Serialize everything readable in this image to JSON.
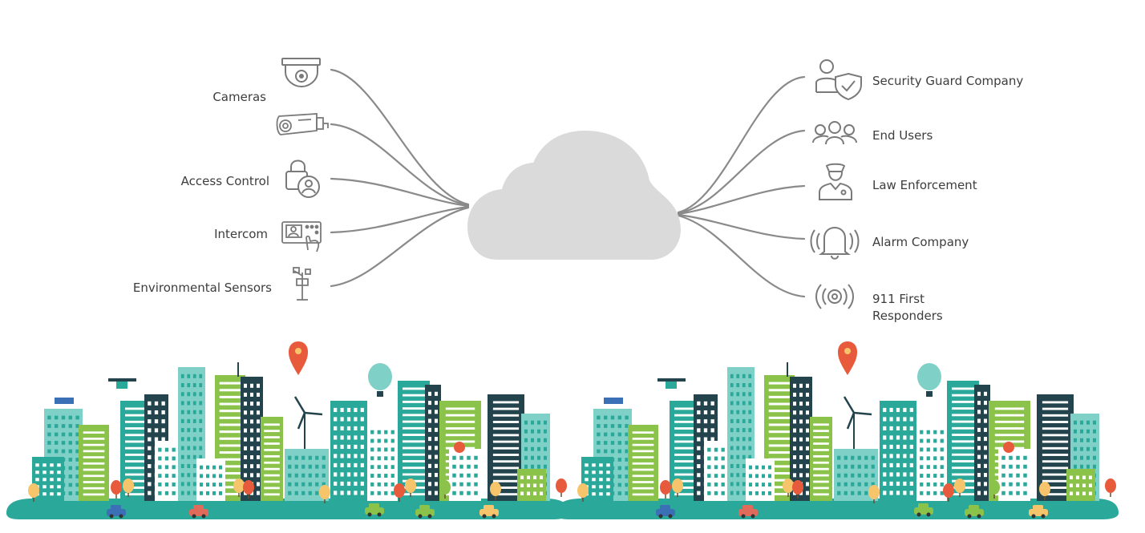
{
  "sources": [
    {
      "id": "cameras",
      "label": "Cameras",
      "icon": "dome-camera-icon"
    },
    {
      "id": "cameras2",
      "label": "",
      "icon": "bullet-camera-icon"
    },
    {
      "id": "access",
      "label": "Access Control",
      "icon": "access-control-lock-icon"
    },
    {
      "id": "intercom",
      "label": "Intercom",
      "icon": "intercom-icon"
    },
    {
      "id": "sensors",
      "label": "Environmental Sensors",
      "icon": "environmental-sensor-icon"
    }
  ],
  "destinations": [
    {
      "id": "guard",
      "label": "Security Guard Company",
      "icon": "security-guard-icon"
    },
    {
      "id": "users",
      "label": "End Users",
      "icon": "users-group-icon"
    },
    {
      "id": "police",
      "label": "Law Enforcement",
      "icon": "police-officer-icon"
    },
    {
      "id": "alarm",
      "label": "Alarm Company",
      "icon": "alarm-bell-icon"
    },
    {
      "id": "responders",
      "label": "911 First\nResponders",
      "icon": "broadcast-signal-icon"
    }
  ],
  "colors": {
    "connector": "#8a8a8a",
    "cloud": "#dadada",
    "icon": "#7a7a7a",
    "teal": "#2aa89a",
    "green": "#8bc34a",
    "dark": "#23434d",
    "lightTeal": "#7fd1c7",
    "pin": "#e85a3c"
  }
}
